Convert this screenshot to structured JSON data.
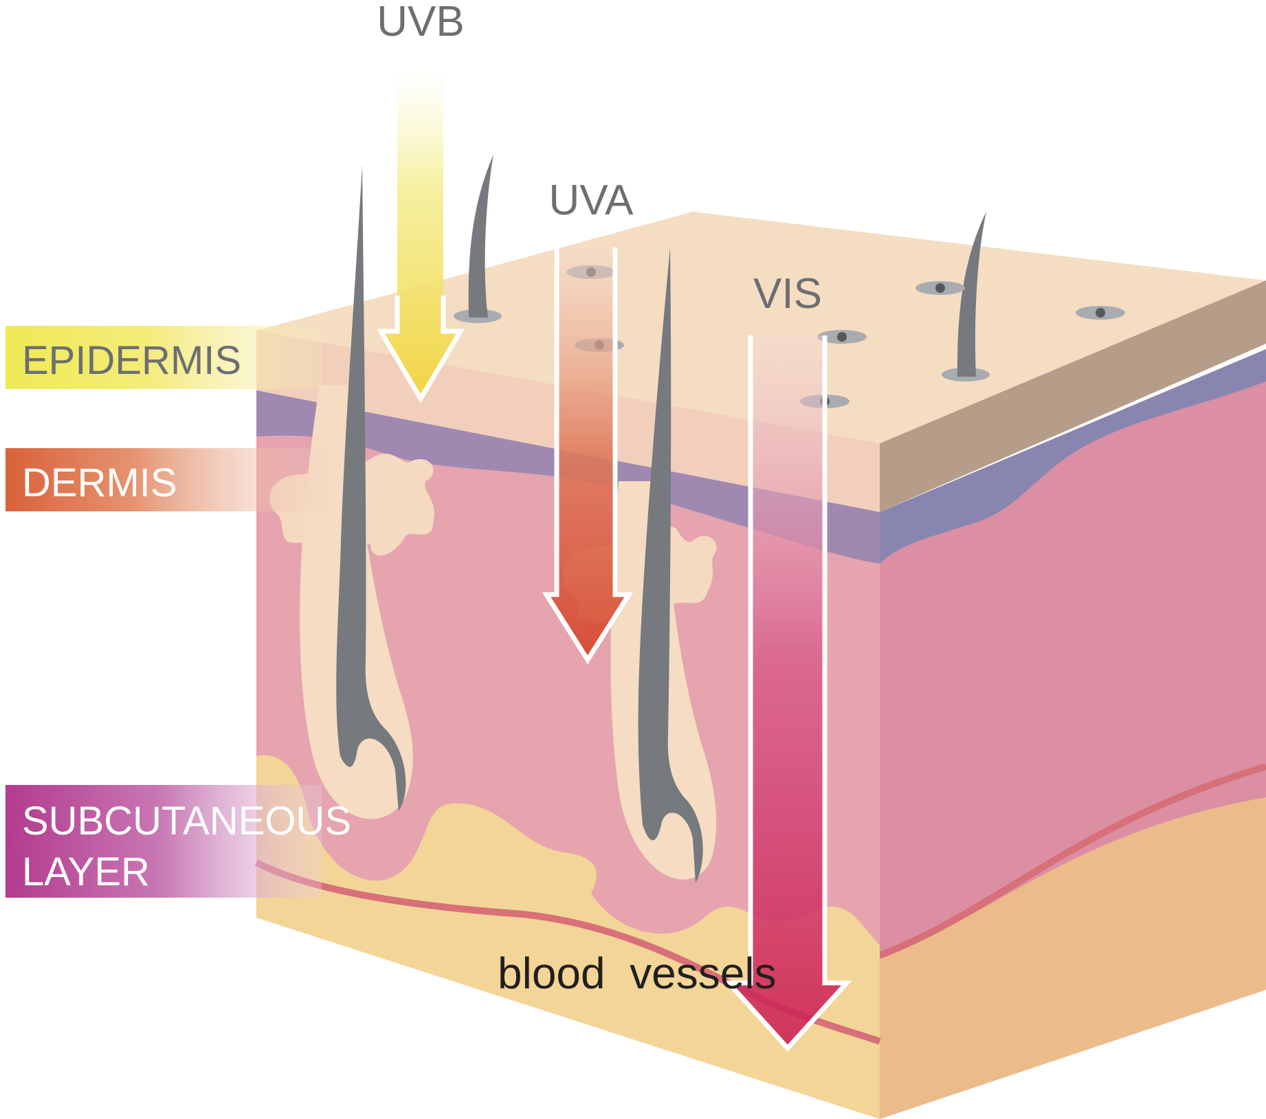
{
  "rays": {
    "uvb": {
      "label": "UVB",
      "color": "#f2df3a"
    },
    "uva": {
      "label": "UVA",
      "color": "#d9543a"
    },
    "vis": {
      "label": "VIS",
      "color": "#cc2a5c"
    }
  },
  "layers": {
    "epidermis": {
      "label": "EPIDERMIS",
      "color": "#eeea55",
      "text_color": "#6d6e71"
    },
    "dermis": {
      "label": "DERMIS",
      "color": "#d9623a",
      "text_color": "#ffffff"
    },
    "subcutaneous": {
      "label_line1": "SUBCUTANEOUS",
      "label_line2": "LAYER",
      "color": "#b23a8e",
      "text_color": "#ffffff"
    }
  },
  "annotations": {
    "blood_vessels": "blood  vessels"
  }
}
